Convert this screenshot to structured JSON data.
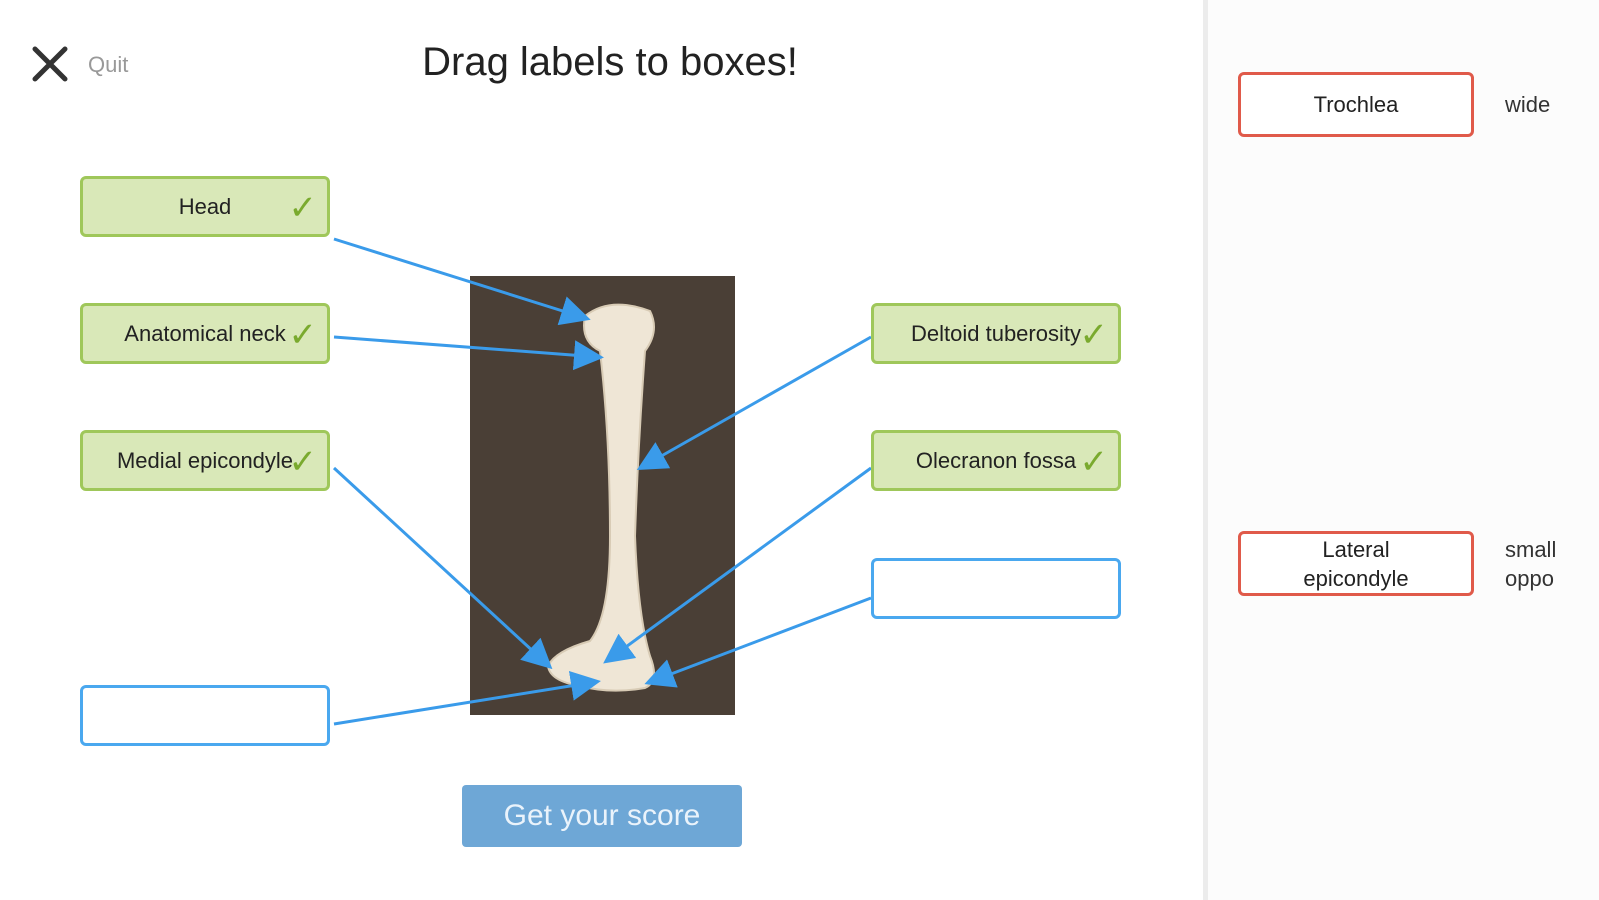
{
  "header": {
    "quit_label": "Quit",
    "title": "Drag labels to boxes!"
  },
  "targets": {
    "head": "Head",
    "anatomical_neck": "Anatomical neck",
    "medial_epicondyle": "Medial epicondyle",
    "deltoid_tuberosity": "Deltoid tuberosity",
    "olecranon_fossa": "Olecranon fossa",
    "check": "✓"
  },
  "score_button": "Get your score",
  "side_panel": [
    {
      "label": "Trochlea",
      "description": "wide"
    },
    {
      "label": "Lateral epicondyle",
      "description_lines": [
        "small",
        "oppo"
      ]
    }
  ],
  "colors": {
    "correct_fill": "#d9e8b8",
    "correct_border": "#9fc75a",
    "empty_border": "#4aa8ef",
    "wrong_border": "#e05a4a",
    "arrow": "#3a9bea",
    "button": "#6ea7d6"
  }
}
